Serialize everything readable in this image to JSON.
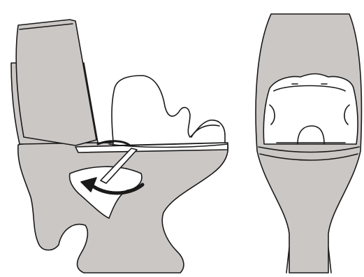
{
  "palette": {
    "ceramic": "#cbc7c5",
    "line": "#1a1a1a",
    "seat": "#ffffff",
    "background": "#ffffff"
  },
  "panels": [
    {
      "name": "side-view",
      "subject": "toilet-with-child-seat-insert"
    },
    {
      "name": "front-view",
      "subject": "toilet-with-child-seat-insert"
    }
  ],
  "icons": [
    "rotation-arrow-icon",
    "mounting-bracket-icon"
  ]
}
